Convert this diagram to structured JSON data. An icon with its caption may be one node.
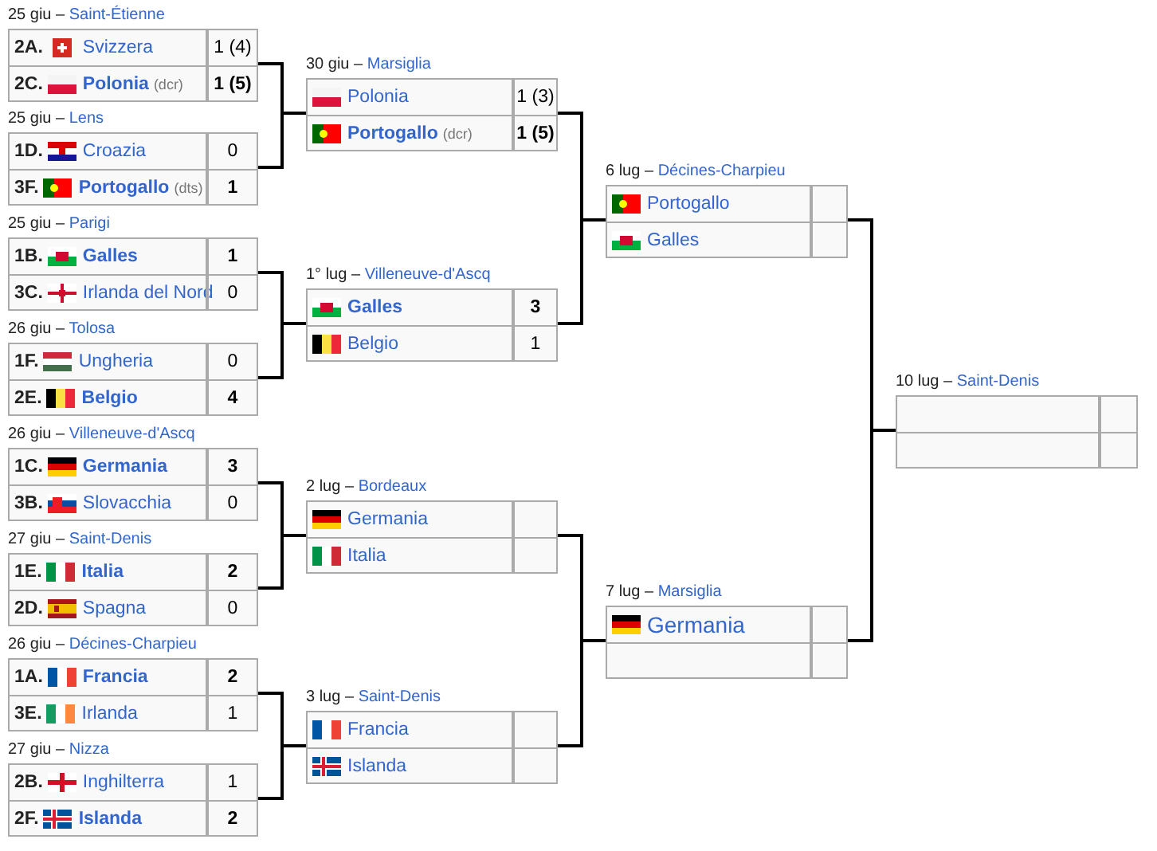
{
  "diagram": {
    "nodes": [
      {
        "text": [],
        "shape": "box",
        "beside": [
          "25 giu – Saint-Étienne"
        ]
      },
      {
        "text": [
          "2A.",
          "Svizzera",
          "1 (4)"
        ],
        "in": 0
      },
      {
        "text": [
          "2C.",
          "Polonia",
          "(dcr)",
          "1 (5)"
        ],
        "in": 0
      },
      {
        "text": [],
        "shape": "box",
        "beside": [
          "25 giu – Lens"
        ]
      },
      {
        "text": [
          "1D.",
          "Croazia",
          "0"
        ],
        "in": 3
      },
      {
        "text": [
          "3F.",
          "Portogallo",
          "(dts)",
          "1"
        ],
        "in": 3
      },
      {
        "text": [],
        "shape": "box",
        "beside": [
          "25 giu – Parigi"
        ]
      },
      {
        "text": [
          "1B.",
          "Galles",
          "1"
        ],
        "in": 6
      },
      {
        "text": [
          "3C.",
          "Irlanda del Nord",
          "0"
        ],
        "in": 6
      },
      {
        "text": [],
        "shape": "box",
        "beside": [
          "26 giu – Tolosa"
        ]
      },
      {
        "text": [
          "1F.",
          "Ungheria",
          "0"
        ],
        "in": 9
      },
      {
        "text": [
          "2E.",
          "Belgio",
          "4"
        ],
        "in": 9
      },
      {
        "text": [],
        "shape": "box",
        "beside": [
          "26 giu – Villeneuve-d'Ascq"
        ]
      },
      {
        "text": [
          "1C.",
          "Germania",
          "3"
        ],
        "in": 12
      },
      {
        "text": [
          "3B.",
          "Slovacchia",
          "0"
        ],
        "in": 12
      },
      {
        "text": [],
        "shape": "box",
        "beside": [
          "27 giu – Saint-Denis"
        ]
      },
      {
        "text": [
          "1E.",
          "Italia",
          "2"
        ],
        "in": 15
      },
      {
        "text": [
          "2D.",
          "Spagna",
          "0"
        ],
        "in": 15
      },
      {
        "text": [],
        "shape": "box",
        "beside": [
          "26 giu – Décines-Charpieu"
        ]
      },
      {
        "text": [
          "1A.",
          "Francia",
          "2"
        ],
        "in": 18
      },
      {
        "text": [
          "3E.",
          "Irlanda",
          "1"
        ],
        "in": 18
      },
      {
        "text": [],
        "shape": "box",
        "beside": [
          "27 giu – Nizza"
        ]
      },
      {
        "text": [
          "2B.",
          "Inghilterra",
          "1"
        ],
        "in": 21
      },
      {
        "text": [
          "2F.",
          "Islanda",
          "2"
        ],
        "in": 21
      },
      {
        "text": [],
        "shape": "box",
        "beside": [
          "30 giu – Marsiglia"
        ]
      },
      {
        "text": [
          "Polonia",
          "1 (3)"
        ],
        "in": 24
      },
      {
        "text": [
          "Portogallo",
          "(dcr)",
          "1 (5)"
        ],
        "in": 24
      },
      {
        "text": [],
        "shape": "box",
        "beside": [
          "1° lug – Villeneuve-d'Ascq"
        ]
      },
      {
        "text": [
          "Galles",
          "3"
        ],
        "in": 27
      },
      {
        "text": [
          "Belgio",
          "1"
        ],
        "in": 27
      },
      {
        "text": [],
        "shape": "box",
        "beside": [
          "2 lug – Bordeaux"
        ]
      },
      {
        "text": [
          "Germania"
        ],
        "in": 30
      },
      {
        "text": [
          "Italia"
        ],
        "in": 30
      },
      {
        "text": [],
        "shape": "box",
        "beside": [
          "3 lug – Saint-Denis"
        ]
      },
      {
        "text": [
          "Francia"
        ],
        "in": 33
      },
      {
        "text": [
          "Islanda"
        ],
        "in": 33
      },
      {
        "text": [],
        "shape": "box",
        "beside": [
          "6 lug – Décines-Charpieu"
        ]
      },
      {
        "text": [
          "Portogallo"
        ],
        "in": 36
      },
      {
        "text": [
          "Galles"
        ],
        "in": 36
      },
      {
        "text": [],
        "shape": "box",
        "beside": [
          "7 lug – Marsiglia"
        ]
      },
      {
        "text": [
          "Germania"
        ],
        "in": 39
      },
      {
        "text": [],
        "shape": "box",
        "in": 39
      },
      {
        "text": [],
        "shape": "box",
        "beside": [
          "10 lug – Saint-Denis"
        ]
      },
      {
        "text": [],
        "shape": "box",
        "in": 42
      },
      {
        "text": [],
        "shape": "box",
        "in": 42
      }
    ],
    "edges": [
      {
        "from": 0,
        "to": 24,
        "arrow": "none"
      },
      {
        "from": 3,
        "to": 24,
        "arrow": "none"
      },
      {
        "from": 6,
        "to": 27,
        "arrow": "none"
      },
      {
        "from": 9,
        "to": 27,
        "arrow": "none"
      },
      {
        "from": 12,
        "to": 30,
        "arrow": "none"
      },
      {
        "from": 15,
        "to": 30,
        "arrow": "none"
      },
      {
        "from": 18,
        "to": 33,
        "arrow": "none"
      },
      {
        "from": 21,
        "to": 33,
        "arrow": "none"
      },
      {
        "from": 24,
        "to": 36,
        "arrow": "none"
      },
      {
        "from": 27,
        "to": 36,
        "arrow": "none"
      },
      {
        "from": 30,
        "to": 39,
        "arrow": "none"
      },
      {
        "from": 33,
        "to": 39,
        "arrow": "none"
      },
      {
        "from": 36,
        "to": 42,
        "arrow": "none"
      },
      {
        "from": 39,
        "to": 42,
        "arrow": "none"
      }
    ]
  }
}
